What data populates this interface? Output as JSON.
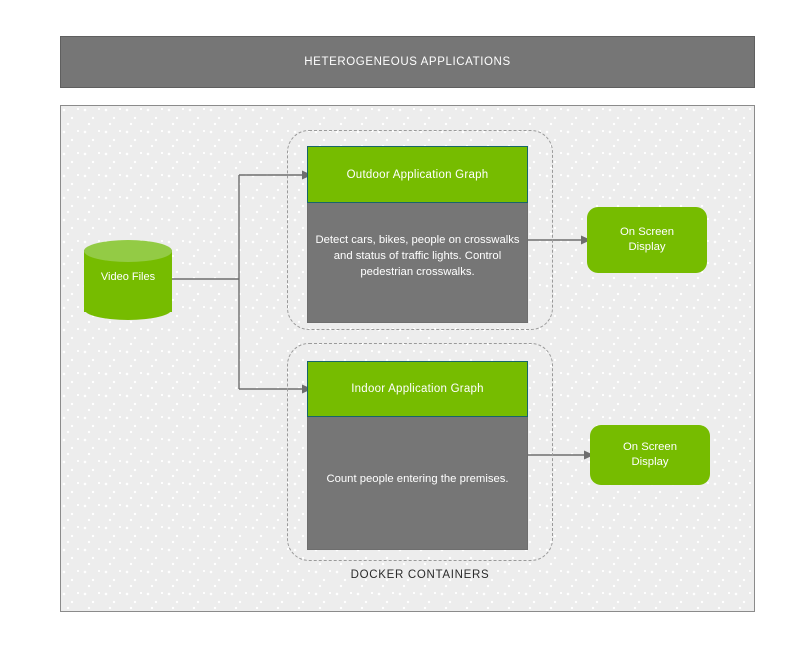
{
  "header": {
    "title": "HETEROGENEOUS APPLICATIONS"
  },
  "source": {
    "label": "Video Files",
    "shape": "cylinder-icon"
  },
  "docker": {
    "group_label": "DOCKER CONTAINERS",
    "groups": [
      {
        "id": "outdoor",
        "head": "Outdoor Application Graph",
        "body": "Detect cars, bikes, people on crosswalks and status of traffic lights. Control pedestrian crosswalks.",
        "output": "On Screen\nDisplay"
      },
      {
        "id": "indoor",
        "head": "Indoor Application Graph",
        "body": "Count people entering the premises.",
        "output": "On Screen\nDisplay"
      }
    ]
  },
  "outputs": [
    {
      "line1": "On Screen",
      "line2": "Display"
    },
    {
      "line1": "On Screen",
      "line2": "Display"
    }
  ],
  "colors": {
    "accent_green": "#76bc00",
    "cylinder_top_green": "#93cb45",
    "panel_gray": "#767676",
    "header_gray": "#767676",
    "canvas_gray": "#ededed",
    "connector_gray": "#6e6e6e",
    "dashed_border": "#9a9a9a",
    "card_border": "#17656a",
    "text_white": "#ffffff",
    "text_dark": "#2b2b2b"
  }
}
